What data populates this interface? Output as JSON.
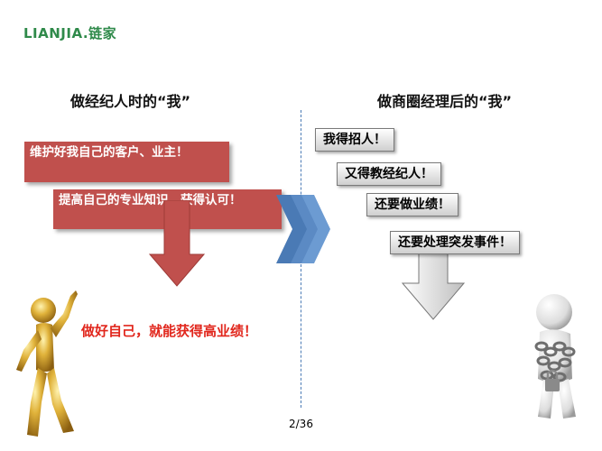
{
  "logo": {
    "text": "LIANJIA.",
    "cn": "链家"
  },
  "left": {
    "heading": "做经纪人时的“我”",
    "box1": "维护好我自己的客户、业主！",
    "box2": "提高自己的专业知识，获得认可！",
    "conclusion": "做好自己，就能获得高业绩！"
  },
  "right": {
    "heading": "做商圈经理后的“我”",
    "steps": [
      "我得招人！",
      "又得教经纪人！",
      "还要做业绩！",
      "还要处理突发事件！"
    ]
  },
  "page_number": "2/36",
  "colors": {
    "red_box": "#c0504d",
    "red_arrow": "#c0504d",
    "chevron": "#4a7ab5",
    "divider": "#4a7ab5",
    "red_text": "#e1261c"
  }
}
